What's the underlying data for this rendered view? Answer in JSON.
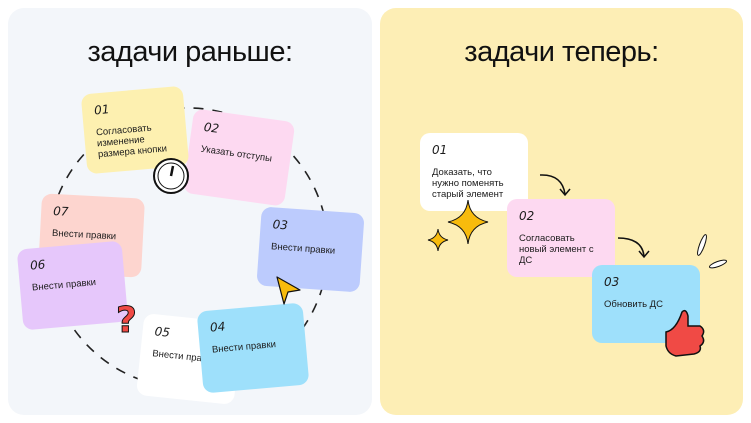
{
  "left": {
    "title": "задачи раньше:",
    "cards": [
      {
        "num": "01",
        "text": "Согласовать изменение размера кнопки",
        "color": "#fdf0b0"
      },
      {
        "num": "02",
        "text": "Указать отступы",
        "color": "#fdd9f1"
      },
      {
        "num": "03",
        "text": "Внести правки",
        "color": "#bccbfd"
      },
      {
        "num": "04",
        "text": "Внести правки",
        "color": "#9ee0fb"
      },
      {
        "num": "05",
        "text": "Внести правки",
        "color": "#ffffff"
      },
      {
        "num": "06",
        "text": "Внести правки",
        "color": "#e6c7fb"
      },
      {
        "num": "07",
        "text": "Внести правки",
        "color": "#fdd5cf"
      }
    ]
  },
  "right": {
    "title": "задачи теперь:",
    "cards": [
      {
        "num": "01",
        "text": "Доказать, что нужно поменять старый элемент",
        "color": "#ffffff"
      },
      {
        "num": "02",
        "text": "Согласовать новый элемент с ДС",
        "color": "#fdd9f1"
      },
      {
        "num": "03",
        "text": "Обновить ДС",
        "color": "#9ee0fb"
      }
    ]
  },
  "icons": [
    "stopwatch-icon",
    "question-mark-icon",
    "cursor-arrow-icon",
    "sparkle-icon",
    "curved-arrow-icon",
    "thumbs-up-icon"
  ]
}
